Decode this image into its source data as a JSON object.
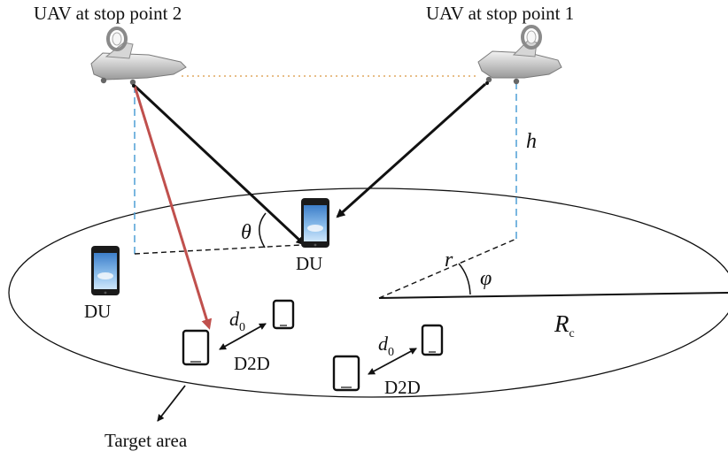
{
  "labels": {
    "uav_stop_2": "UAV at stop point 2",
    "uav_stop_1": "UAV at stop point 1",
    "height": "h",
    "angle_theta": "θ",
    "du_center": "DU",
    "du_left": "DU",
    "radius_r": "r",
    "angle_phi": "φ",
    "coverage_radius_main": "R",
    "coverage_radius_sub": "c",
    "d2d_distance_1_main": "d",
    "d2d_distance_1_sub": "0",
    "d2d_label_1": "D2D",
    "d2d_distance_2_main": "d",
    "d2d_distance_2_sub": "0",
    "d2d_label_2": "D2D",
    "target_area": "Target area"
  },
  "colors": {
    "ink": "#111111",
    "red_link": "#c0504d",
    "height_dash": "#4f9fd6",
    "path_dots": "#e0a860",
    "uav_body": "#c8c8c8"
  }
}
